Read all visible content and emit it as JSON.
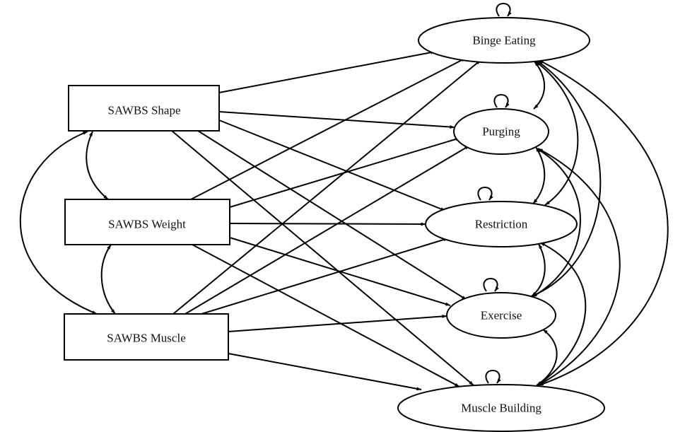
{
  "diagram": {
    "type": "path-diagram",
    "colors": {
      "stroke": "#000000",
      "background": "#ffffff",
      "text": "#111111"
    },
    "predictors": [
      {
        "id": "shape",
        "label": "SAWBS Shape"
      },
      {
        "id": "weight",
        "label": "SAWBS Weight"
      },
      {
        "id": "muscle",
        "label": "SAWBS Muscle"
      }
    ],
    "outcomes": [
      {
        "id": "binge",
        "label": "Binge Eating"
      },
      {
        "id": "purging",
        "label": "Purging"
      },
      {
        "id": "restriction",
        "label": "Restriction"
      },
      {
        "id": "exercise",
        "label": "Exercise"
      },
      {
        "id": "musclebuilding",
        "label": "Muscle Building"
      }
    ],
    "paths": [
      {
        "from": "shape",
        "to": "binge"
      },
      {
        "from": "shape",
        "to": "purging"
      },
      {
        "from": "shape",
        "to": "restriction"
      },
      {
        "from": "shape",
        "to": "exercise"
      },
      {
        "from": "shape",
        "to": "musclebuilding"
      },
      {
        "from": "weight",
        "to": "binge"
      },
      {
        "from": "weight",
        "to": "purging"
      },
      {
        "from": "weight",
        "to": "restriction"
      },
      {
        "from": "weight",
        "to": "exercise"
      },
      {
        "from": "weight",
        "to": "musclebuilding"
      },
      {
        "from": "muscle",
        "to": "binge"
      },
      {
        "from": "muscle",
        "to": "purging"
      },
      {
        "from": "muscle",
        "to": "restriction"
      },
      {
        "from": "muscle",
        "to": "exercise"
      },
      {
        "from": "muscle",
        "to": "musclebuilding"
      }
    ],
    "predictor_covariances": [
      {
        "a": "shape",
        "b": "weight"
      },
      {
        "a": "weight",
        "b": "muscle"
      },
      {
        "a": "shape",
        "b": "muscle"
      }
    ],
    "residual_variances": [
      "binge",
      "purging",
      "restriction",
      "exercise",
      "musclebuilding"
    ],
    "outcome_covariances": [
      {
        "a": "binge",
        "b": "purging"
      },
      {
        "a": "binge",
        "b": "restriction"
      },
      {
        "a": "binge",
        "b": "exercise"
      },
      {
        "a": "binge",
        "b": "musclebuilding"
      },
      {
        "a": "purging",
        "b": "restriction"
      },
      {
        "a": "purging",
        "b": "exercise"
      },
      {
        "a": "purging",
        "b": "musclebuilding"
      },
      {
        "a": "restriction",
        "b": "exercise"
      },
      {
        "a": "restriction",
        "b": "musclebuilding"
      },
      {
        "a": "exercise",
        "b": "musclebuilding"
      }
    ]
  }
}
